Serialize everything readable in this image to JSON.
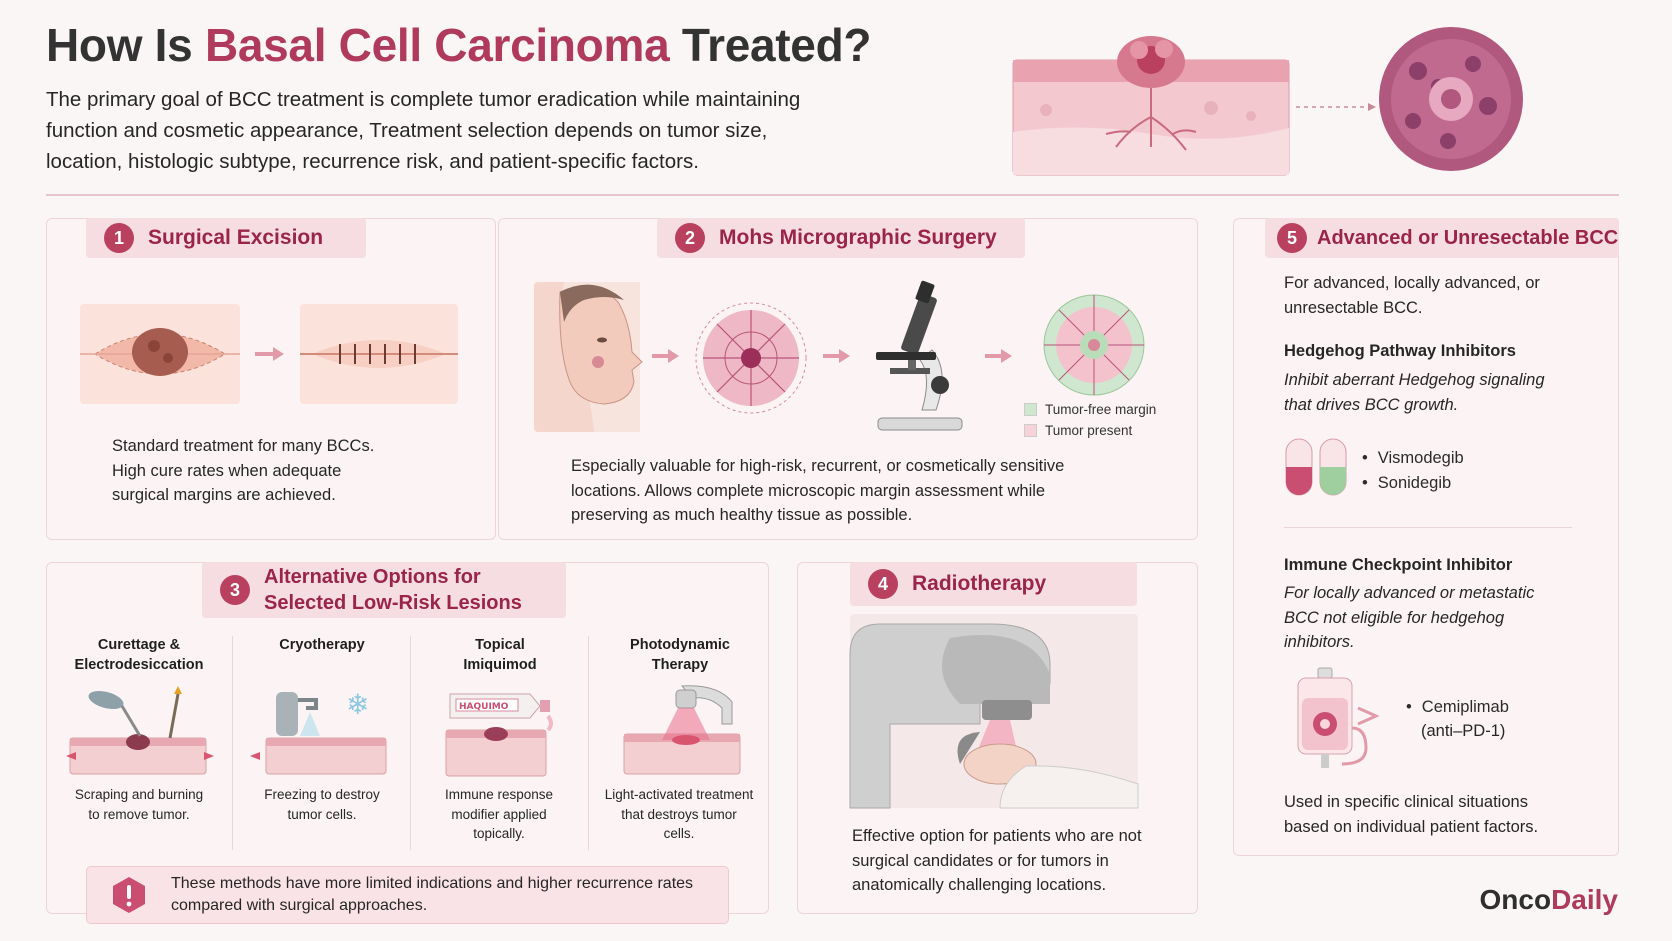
{
  "header": {
    "title_part1": "How Is ",
    "title_accent": "Basal Cell Carcinoma",
    "title_part2": " Treated?",
    "intro": "The primary goal of BCC treatment is complete tumor eradication while maintaining function and cosmetic appearance, Treatment selection depends on tumor size, location, histologic subtype, recurrence risk, and patient-specific factors."
  },
  "sections": {
    "surgical": {
      "number": "1",
      "title": "Surgical Excision",
      "description": "Standard treatment for many BCCs. High cure rates when adequate surgical margins are achieved."
    },
    "mohs": {
      "number": "2",
      "title": "Mohs Micrographic Surgery",
      "legend": [
        "Tumor-free margin",
        "Tumor present"
      ],
      "description": "Especially valuable for high-risk, recurrent, or cosmetically sensitive locations. Allows complete microscopic margin assessment while preserving as much healthy tissue as possible."
    },
    "alternatives": {
      "number": "3",
      "title_line1": "Alternative Options for",
      "title_line2": "Selected Low-Risk Lesions",
      "options": [
        {
          "title_line1": "Curettage &",
          "title_line2": "Electrodesiccation",
          "desc_line1": "Scraping and burning",
          "desc_line2": "to remove tumor.",
          "desc_line3": ""
        },
        {
          "title_line1": "Cryotherapy",
          "title_line2": "",
          "desc_line1": "Freezing to destroy",
          "desc_line2": "tumor cells.",
          "desc_line3": ""
        },
        {
          "title_line1": "Topical",
          "title_line2": "Imiquimod",
          "desc_line1": "Immune response",
          "desc_line2": "modifier applied",
          "desc_line3": "topically."
        },
        {
          "title_line1": "Photodynamic",
          "title_line2": "Therapy",
          "desc_line1": "Light-activated treatment",
          "desc_line2": "that destroys tumor",
          "desc_line3": "cells."
        }
      ],
      "tube_label": "HAQUIMO",
      "warning": "These methods have more limited indications and higher recurrence rates compared with surgical approaches."
    },
    "radiotherapy": {
      "number": "4",
      "title": "Radiotherapy",
      "description": "Effective option for patients who are not surgical candidates or for tumors in anatomically challenging locations."
    },
    "advanced": {
      "number": "5",
      "title": "Advanced or Unresectable BCC",
      "intro": "For advanced, locally advanced, or unresectable BCC.",
      "hedgehog_heading": "Hedgehog Pathway Inhibitors",
      "hedgehog_desc": "Inhibit aberrant Hedgehog signaling that drives BCC growth.",
      "hedgehog_drugs": [
        "Vismodegib",
        "Sonidegib"
      ],
      "checkpoint_heading": "Immune Checkpoint Inhibitor",
      "checkpoint_desc": "For locally advanced or metastatic BCC not eligible for hedgehog inhibitors.",
      "checkpoint_drug_line1": "Cemiplimab",
      "checkpoint_drug_line2": "(anti–PD-1)",
      "footer": "Used in specific clinical situations based on individual patient factors."
    }
  },
  "brand": {
    "part1": "Onco",
    "part2": "Daily"
  },
  "colors": {
    "accent": "#b03a5b",
    "tag_bg": "#f6dde2",
    "badge": "#b9415f",
    "tumor_free": "#cfe6cf",
    "tumor_present": "#f7d3d9"
  },
  "icons": [
    "skin-cross-section-icon",
    "histology-icon",
    "excision-icon",
    "sutured-wound-icon",
    "face-icon",
    "mohs-tissue-icon",
    "microscope-icon",
    "mohs-map-icon",
    "curette-icon",
    "cryo-device-icon",
    "cream-tube-icon",
    "pdt-lamp-icon",
    "linac-icon",
    "capsule-icon",
    "iv-bag-icon",
    "warning-icon"
  ]
}
